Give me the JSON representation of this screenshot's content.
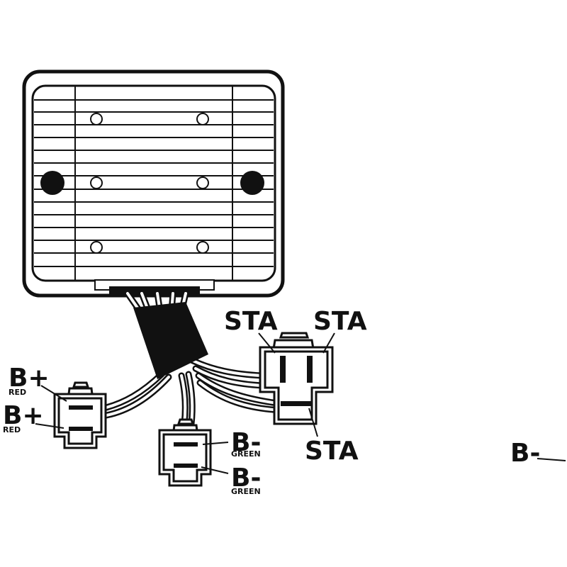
{
  "labels": {
    "sta_top_left": "STA",
    "sta_top_right": "STA",
    "sta_bottom": "STA",
    "bplus_1": "B+",
    "bplus_1_sub": "RED",
    "bplus_2": "B+",
    "bplus_2_sub": "RED",
    "bminus_1": "B-",
    "bminus_1_sub": "GREEN",
    "bminus_2": "B-",
    "bminus_2_sub": "GREEN",
    "bminus_far": "B-"
  },
  "colors": {
    "ink": "#111111",
    "background": "#ffffff"
  }
}
